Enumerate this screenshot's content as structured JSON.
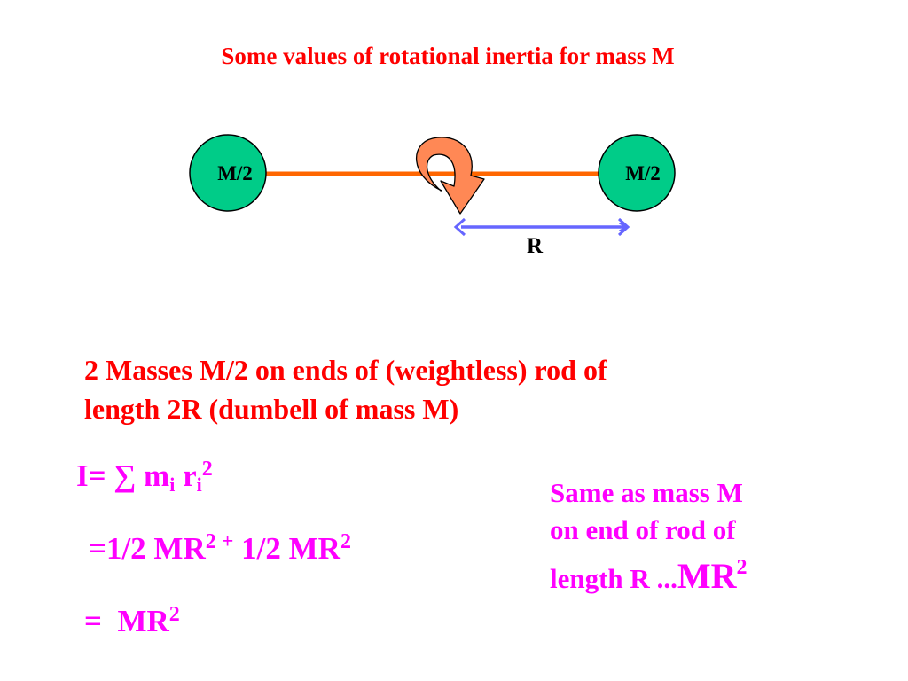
{
  "title": "Some values of rotational inertia for mass M",
  "diagram": {
    "left_mass_label": "M/2",
    "right_mass_label": "M/2",
    "radius_label": "R",
    "colors": {
      "mass_fill": "#00cc88",
      "rod": "#ff6600",
      "rotation_arrow": "#ff8855",
      "radius_arrow": "#6666ff"
    }
  },
  "description": {
    "line1": "2 Masses M/2 on ends of (weightless) rod of",
    "line2": "length 2R (dumbell of mass M)"
  },
  "equations": {
    "eq1": {
      "lhs": "I=",
      "sum": "∑",
      "m": "m",
      "sub_i": "i",
      "r": "r",
      "sub_i2": "i",
      "sup_2": "2"
    },
    "eq2": {
      "part1": "=1/2 MR",
      "sup1": "2 +",
      "part2": " 1/2 MR",
      "sup2": "2"
    },
    "eq3": {
      "text": "=  MR",
      "sup": "2"
    }
  },
  "note": {
    "line1": "Same as mass M",
    "line2": "on end of rod of",
    "line3": "length R ...",
    "big": "MR",
    "sup": "2"
  }
}
